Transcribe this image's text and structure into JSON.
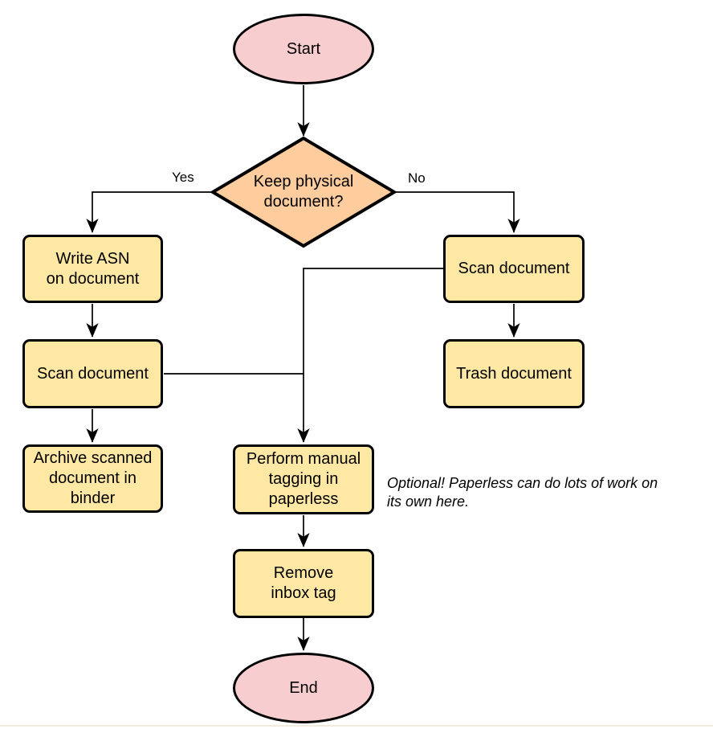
{
  "diagram": {
    "background": "#FFFFFF",
    "stroke_color": "#000000",
    "colors": {
      "terminal_fill": "#F8CDD0",
      "decision_fill": "#FFCC9E",
      "process_fill": "#FFE8A3"
    },
    "nodes": [
      {
        "id": "start",
        "type": "terminal",
        "label": "Start"
      },
      {
        "id": "decision",
        "type": "decision",
        "label": "Keep physical\ndocument?"
      },
      {
        "id": "write-asn",
        "type": "process",
        "label": "Write ASN\non document"
      },
      {
        "id": "scan-document-left",
        "type": "process",
        "label": "Scan document"
      },
      {
        "id": "archive-binder",
        "type": "process",
        "label": "Archive scanned\ndocument in\nbinder"
      },
      {
        "id": "scan-document-right",
        "type": "process",
        "label": "Scan document"
      },
      {
        "id": "trash-document",
        "type": "process",
        "label": "Trash document"
      },
      {
        "id": "manual-tagging",
        "type": "process",
        "label": "Perform manual\ntagging in\npaperless"
      },
      {
        "id": "remove-inbox-tag",
        "type": "process",
        "label": "Remove\ninbox tag"
      },
      {
        "id": "end",
        "type": "terminal",
        "label": "End"
      }
    ],
    "edges": [
      {
        "from": "start",
        "to": "decision"
      },
      {
        "from": "decision",
        "to": "write-asn",
        "label": "Yes"
      },
      {
        "from": "decision",
        "to": "scan-document-right",
        "label": "No"
      },
      {
        "from": "write-asn",
        "to": "scan-document-left"
      },
      {
        "from": "scan-document-left",
        "to": "archive-binder"
      },
      {
        "from": "scan-document-right",
        "to": "trash-document"
      },
      {
        "from": "scan-document-right",
        "to": "manual-tagging"
      },
      {
        "from": "scan-document-left",
        "to": "manual-tagging"
      },
      {
        "from": "manual-tagging",
        "to": "remove-inbox-tag"
      },
      {
        "from": "remove-inbox-tag",
        "to": "end"
      }
    ],
    "annotation": "Optional! Paperless can do lots of work on\nits own here."
  }
}
